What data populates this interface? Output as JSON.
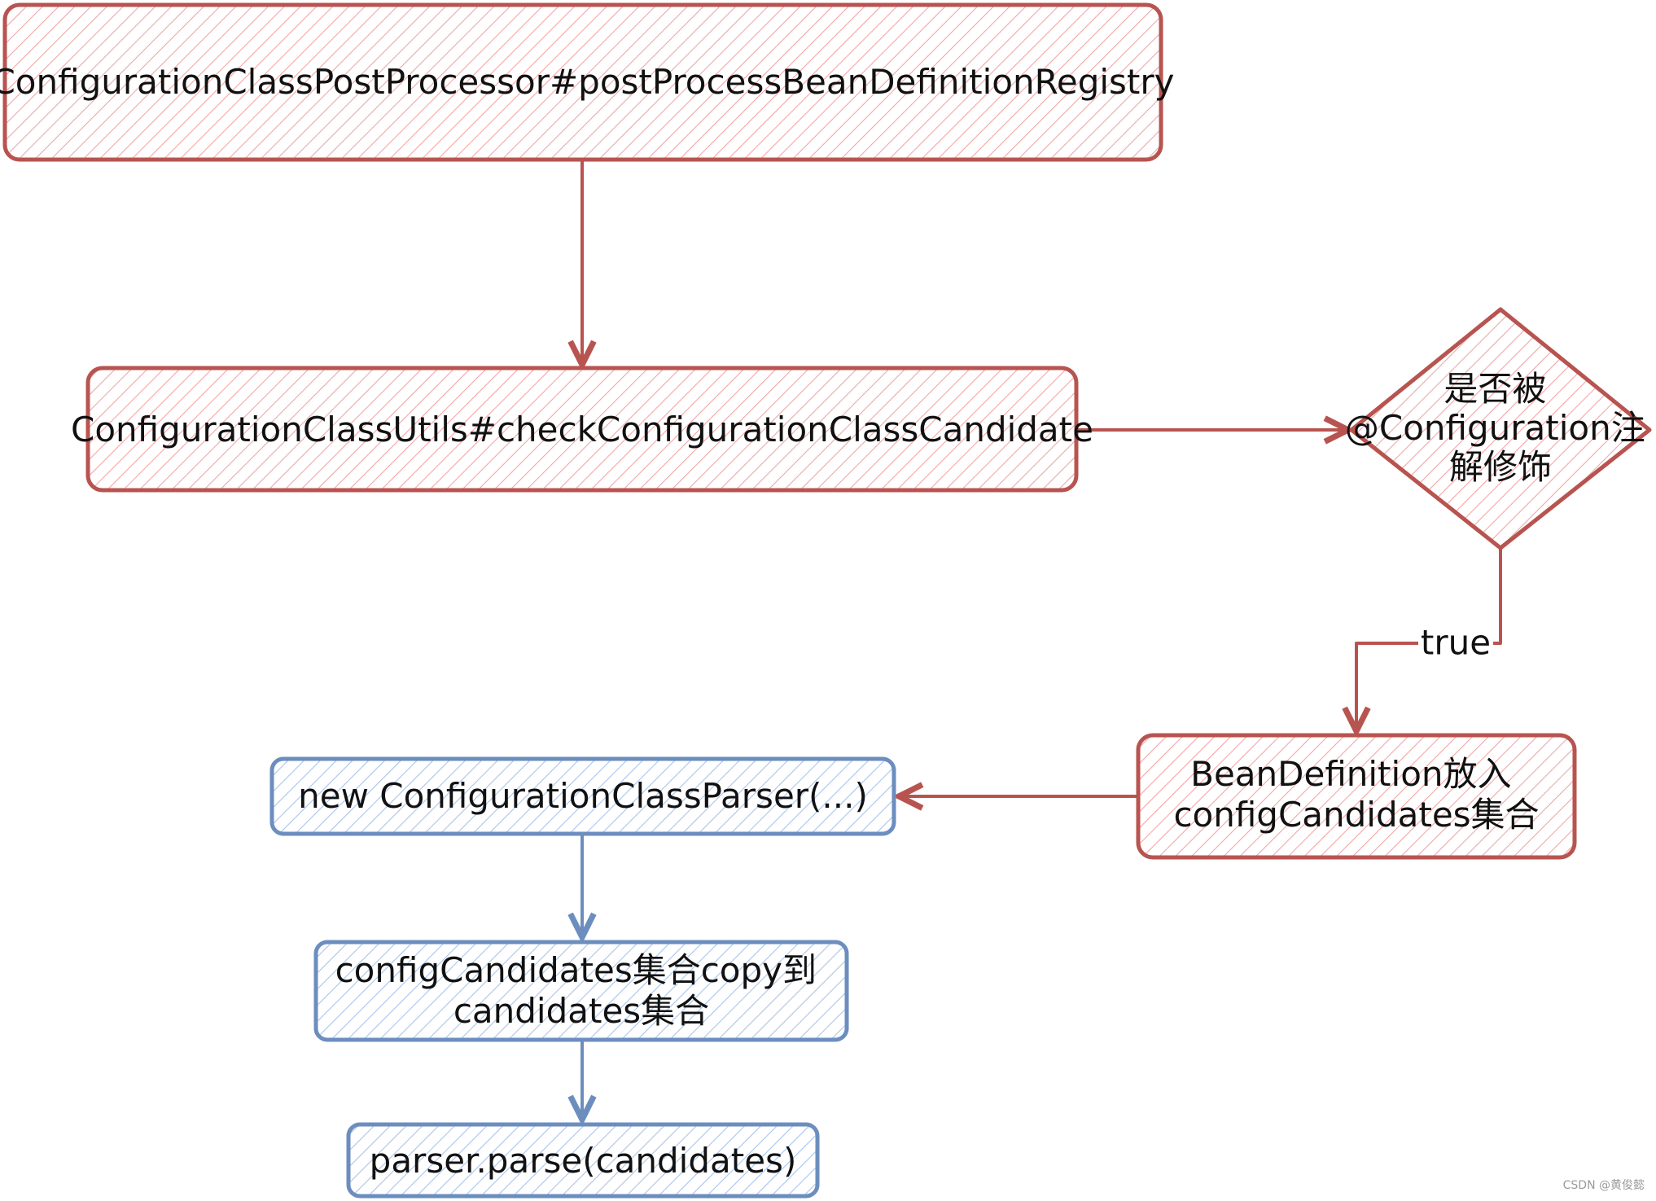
{
  "colors": {
    "red_stroke": "#b85450",
    "red_hatch": "#f2a6a6",
    "blue_stroke": "#6c8ebf",
    "blue_hatch": "#a9c4eb",
    "text": "#111111"
  },
  "nodes": {
    "post_process": {
      "lines": [
        "ConfigurationClassPostProcessor#postProcessBeanDefinitionRegistry"
      ]
    },
    "check_candidate": {
      "lines": [
        "ConfigurationClassUtils#checkConfigurationClassCandidate"
      ]
    },
    "decision": {
      "lines": [
        "是否被",
        "@Configuration注",
        "解修饰"
      ]
    },
    "put_candidates": {
      "lines": [
        "BeanDefinition放入",
        "configCandidates集合"
      ]
    },
    "new_parser": {
      "lines": [
        "new ConfigurationClassParser(...)"
      ]
    },
    "copy_candidates": {
      "lines": [
        "configCandidates集合copy到",
        "candidates集合"
      ]
    },
    "parse": {
      "lines": [
        "parser.parse(candidates)"
      ]
    }
  },
  "edges": {
    "true_label": "true"
  },
  "watermark": "CSDN @黄俊懿"
}
